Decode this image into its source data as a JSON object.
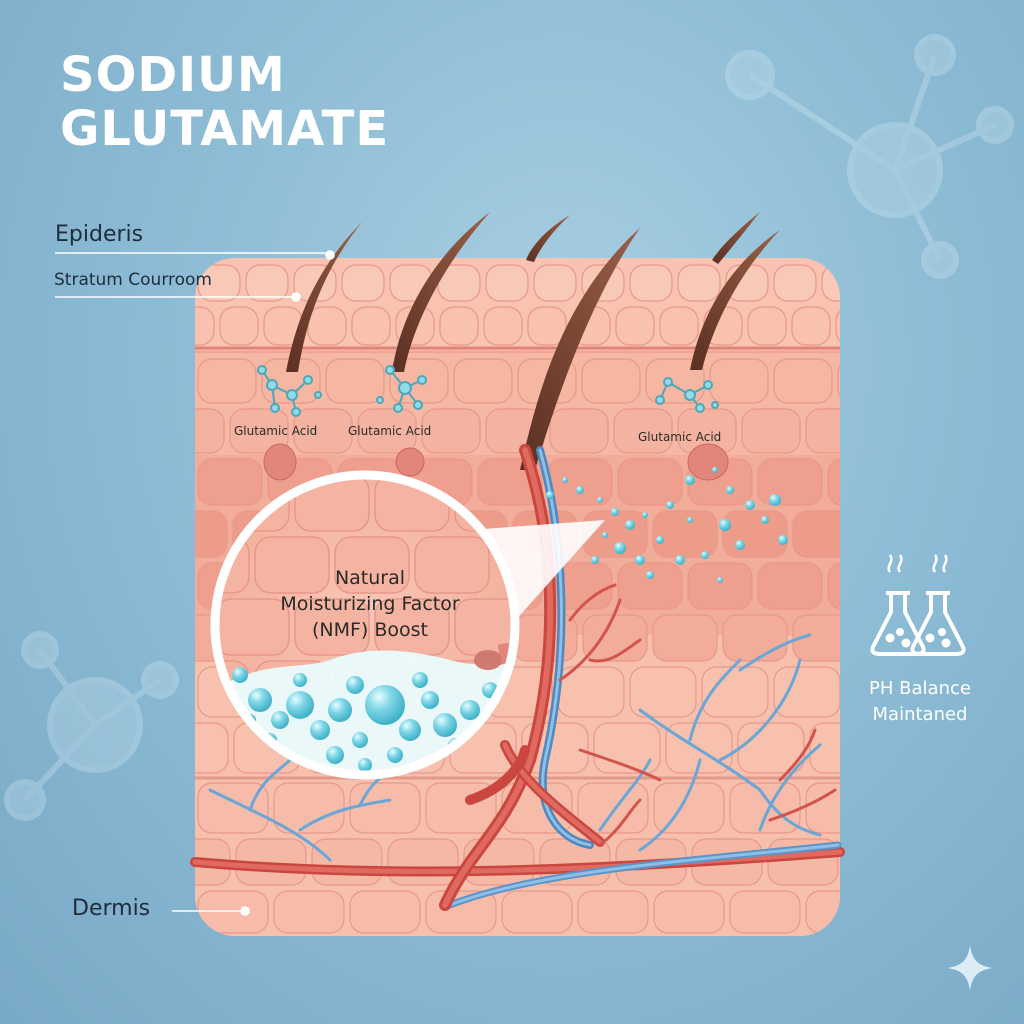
{
  "title": {
    "line1": "SODIUM",
    "line2": "GLUTAMATE"
  },
  "labels": {
    "epidermis": "Epideris",
    "stratum": "Stratum Courroom",
    "dermis": "Dermis"
  },
  "molecules": [
    {
      "label": "Glutamic Acid"
    },
    {
      "label": "Glutamic Acid"
    },
    {
      "label": "Glutamic Acid"
    }
  ],
  "callout": {
    "line1": "Natural",
    "line2": "Moisturizing Factor",
    "line3": "(NMF) Boost"
  },
  "ph": {
    "line1": "PH Balance",
    "line2": "Maintaned"
  },
  "icons": [
    "molecule-icon",
    "flask-icon",
    "sparkle-icon",
    "hair-icon"
  ],
  "colors": {
    "background": "#8fbdd6",
    "skin": "#f6b8a3",
    "artery": "#d9534f",
    "vein": "#6aa6d6",
    "water": "#7fd6e6",
    "hair": "#6b3d2e"
  }
}
